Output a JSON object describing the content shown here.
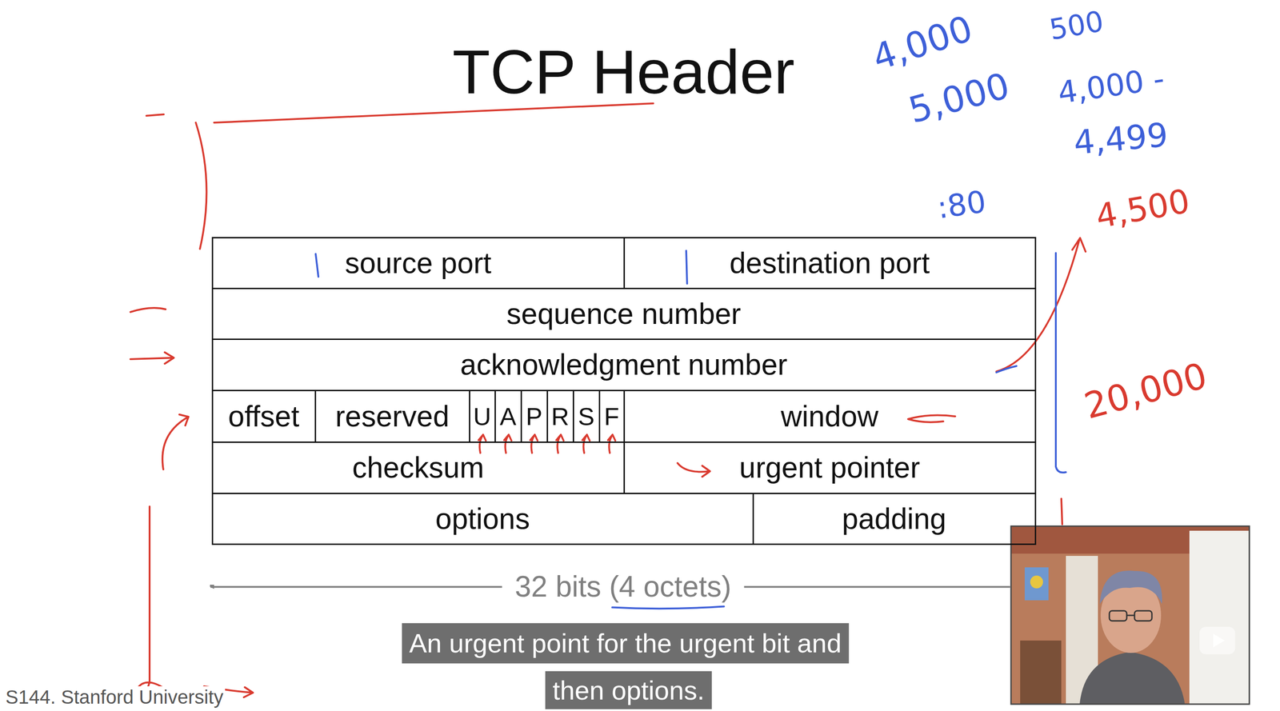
{
  "diagram": {
    "title": "TCP Header",
    "nodes": [
      {
        "text": [
          "source port"
        ]
      },
      {
        "text": [
          "destination port"
        ]
      },
      {
        "text": [
          "sequence number"
        ]
      },
      {
        "text": [
          "acknowledgment number"
        ]
      },
      {
        "text": [
          "offset"
        ]
      },
      {
        "text": [
          "reserved"
        ]
      },
      {
        "text": [
          "U"
        ]
      },
      {
        "text": [
          "A"
        ]
      },
      {
        "text": [
          "P"
        ]
      },
      {
        "text": [
          "R"
        ]
      },
      {
        "text": [
          "S"
        ]
      },
      {
        "text": [
          "F"
        ]
      },
      {
        "text": [
          "window"
        ]
      },
      {
        "text": [
          "checksum"
        ]
      },
      {
        "text": [
          "urgent pointer"
        ]
      },
      {
        "text": [
          "options"
        ]
      },
      {
        "text": [
          "padding"
        ]
      }
    ],
    "labels": [
      "32 bits (4 octets)",
      "4,000",
      "5,000",
      "500",
      "4,000 -",
      "4,499",
      ":80",
      "4,500",
      "20,000",
      "An urgent point for the urgent bit and",
      "then options.",
      "S144. Stanford University"
    ]
  }
}
